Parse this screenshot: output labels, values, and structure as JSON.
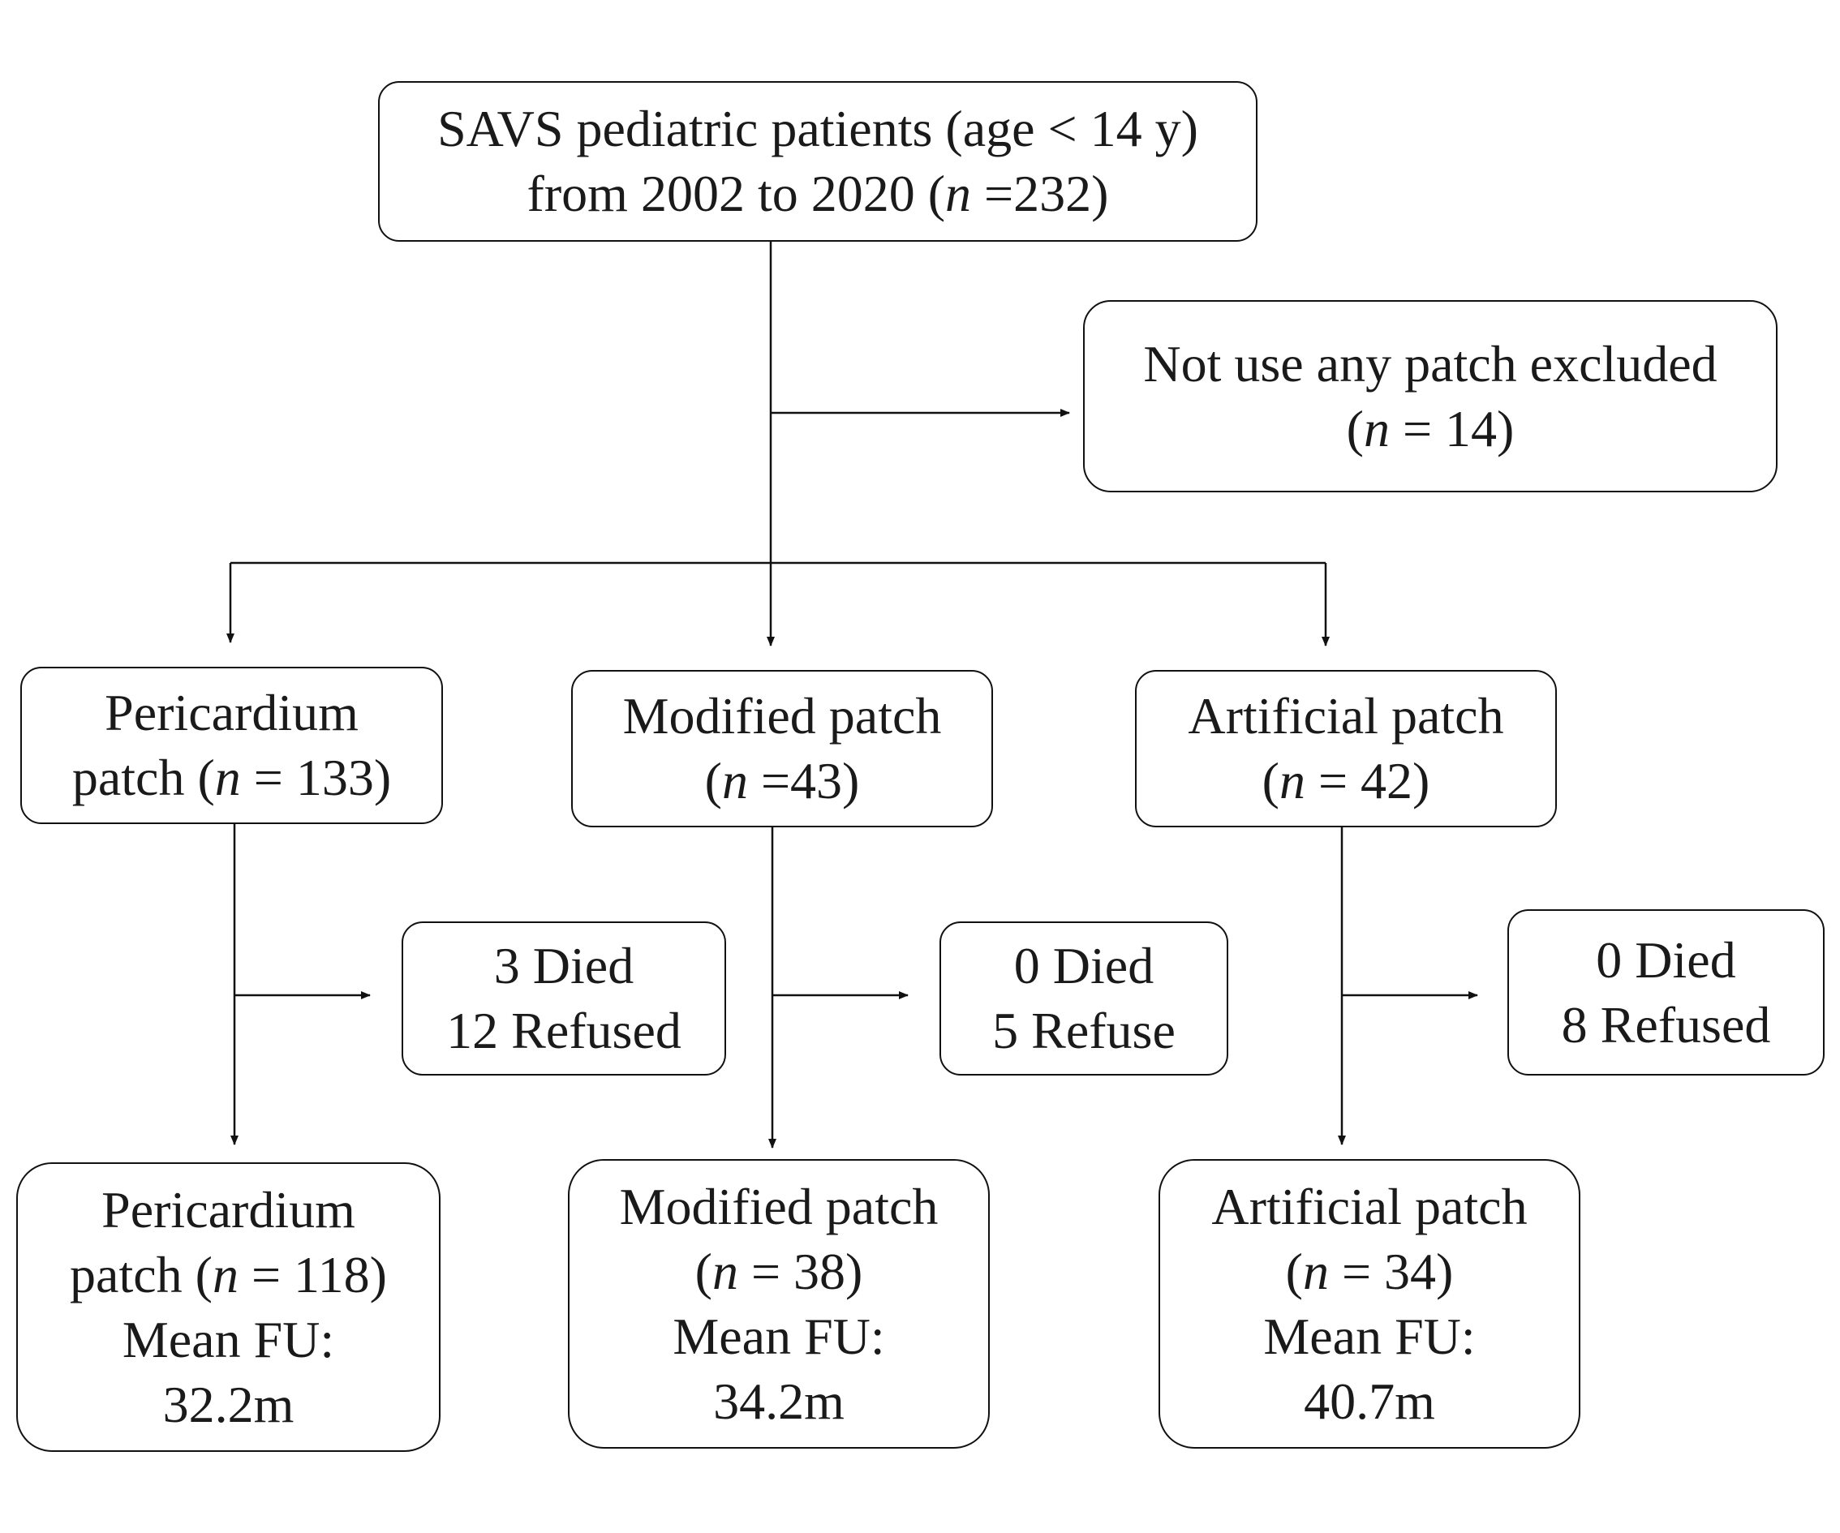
{
  "diagram": {
    "nodes": {
      "root": {
        "line1": "SAVS pediatric patients (age < 14 y)",
        "line2_pre": "from 2002 to 2020 (",
        "line2_n": "n",
        "line2_post": " =232)"
      },
      "excluded": {
        "line1": "Not use any patch excluded",
        "line2_pre": "(",
        "line2_n": "n",
        "line2_post": " = 14)"
      },
      "pericardium": {
        "line1": "Pericardium",
        "line2_pre": "patch (",
        "line2_n": "n",
        "line2_post": " = 133)"
      },
      "modified": {
        "line1": "Modified patch",
        "line2_pre": "(",
        "line2_n": "n",
        "line2_post": " =43)"
      },
      "artificial": {
        "line1": "Artificial patch",
        "line2_pre": "(",
        "line2_n": "n",
        "line2_post": " = 42)"
      },
      "peri_loss": {
        "line1": "3 Died",
        "line2": "12 Refused"
      },
      "mod_loss": {
        "line1": "0 Died",
        "line2": "5 Refuse"
      },
      "art_loss": {
        "line1": "0 Died",
        "line2": "8 Refused"
      },
      "peri_final": {
        "line1": "Pericardium",
        "line2_pre": "patch (",
        "line2_n": "n",
        "line2_post": " = 118)",
        "line3": "Mean FU:",
        "line4": "32.2m"
      },
      "mod_final": {
        "line1": "Modified patch",
        "line2_pre": "(",
        "line2_n": "n",
        "line2_post": " = 38)",
        "line3": "Mean FU:",
        "line4": "34.2m"
      },
      "art_final": {
        "line1": "Artificial patch",
        "line2_pre": "(",
        "line2_n": "n",
        "line2_post": " = 34)",
        "line3": "Mean FU:",
        "line4": "40.7m"
      }
    },
    "edges": [
      {
        "from": "root",
        "to": "excluded"
      },
      {
        "from": "root",
        "to": "pericardium"
      },
      {
        "from": "root",
        "to": "modified"
      },
      {
        "from": "root",
        "to": "artificial"
      },
      {
        "from": "pericardium",
        "to": "peri_loss"
      },
      {
        "from": "pericardium",
        "to": "peri_final"
      },
      {
        "from": "modified",
        "to": "mod_loss"
      },
      {
        "from": "modified",
        "to": "mod_final"
      },
      {
        "from": "artificial",
        "to": "art_loss"
      },
      {
        "from": "artificial",
        "to": "art_final"
      }
    ]
  }
}
